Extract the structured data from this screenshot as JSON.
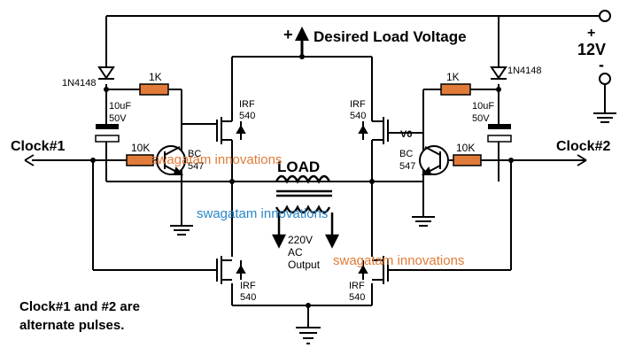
{
  "supply": {
    "label": "12V",
    "plus": "+",
    "minus": "-"
  },
  "load_voltage": {
    "plus": "+",
    "label": "Desired Load Voltage"
  },
  "diodes": {
    "left": "1N4148",
    "right": "1N4148"
  },
  "resistors": {
    "left_1k": "1K",
    "right_1k": "1K",
    "left_10k": "10K",
    "right_10k": "10K"
  },
  "capacitors": {
    "left_value": "10uF",
    "left_voltage": "50V",
    "right_value": "10uF",
    "right_voltage": "50V"
  },
  "transistors": {
    "left_type": "BC",
    "left_num": "547",
    "right_type": "BC",
    "right_num": "547"
  },
  "mosfets": {
    "top_left": {
      "name": "IRF",
      "num": "540"
    },
    "top_right": {
      "name": "IRF",
      "num": "540"
    },
    "bottom_left": {
      "name": "IRF",
      "num": "540"
    },
    "bottom_right": {
      "name": "IRF",
      "num": "540"
    }
  },
  "node_v0": "V0",
  "clocks": {
    "left": "Clock#1",
    "right": "Clock#2"
  },
  "load": {
    "label": "LOAD",
    "output_line1": "220V",
    "output_line2": "AC",
    "output_line3": "Output"
  },
  "note": {
    "line1": "Clock#1 and #2 are",
    "line2": "alternate pulses."
  },
  "watermarks": [
    {
      "text": "swagatam innovations",
      "color": "#e07b39"
    },
    {
      "text": "swagatam innovations",
      "color": "#2a87c8"
    },
    {
      "text": "swagatam innovations",
      "color": "#e07b39"
    }
  ],
  "colors": {
    "wire": "#000000",
    "resistor": "#e07b39",
    "watermark_orange": "#e07b39",
    "watermark_blue": "#2a87c8"
  }
}
